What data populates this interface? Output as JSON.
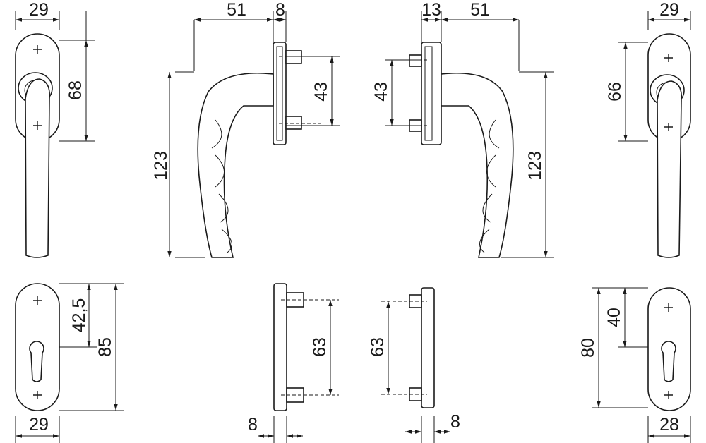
{
  "dimensions": {
    "top_left_width": "29",
    "top_left_height": "68",
    "side_left_projection": "51",
    "side_left_plate": "8",
    "side_left_pins": "43",
    "side_left_height": "123",
    "side_right_plate": "13",
    "side_right_projection": "51",
    "side_right_pins": "43",
    "side_right_height": "123",
    "top_right_width": "29",
    "top_right_height": "66",
    "bottom_left_half": "42,5",
    "bottom_left_height": "85",
    "bottom_left_width": "29",
    "bottom_mid_left_pins": "63",
    "bottom_mid_left_plate": "8",
    "bottom_mid_right_pins": "63",
    "bottom_mid_right_plate": "8",
    "bottom_right_height": "80",
    "bottom_right_half": "40",
    "bottom_right_width": "28"
  }
}
